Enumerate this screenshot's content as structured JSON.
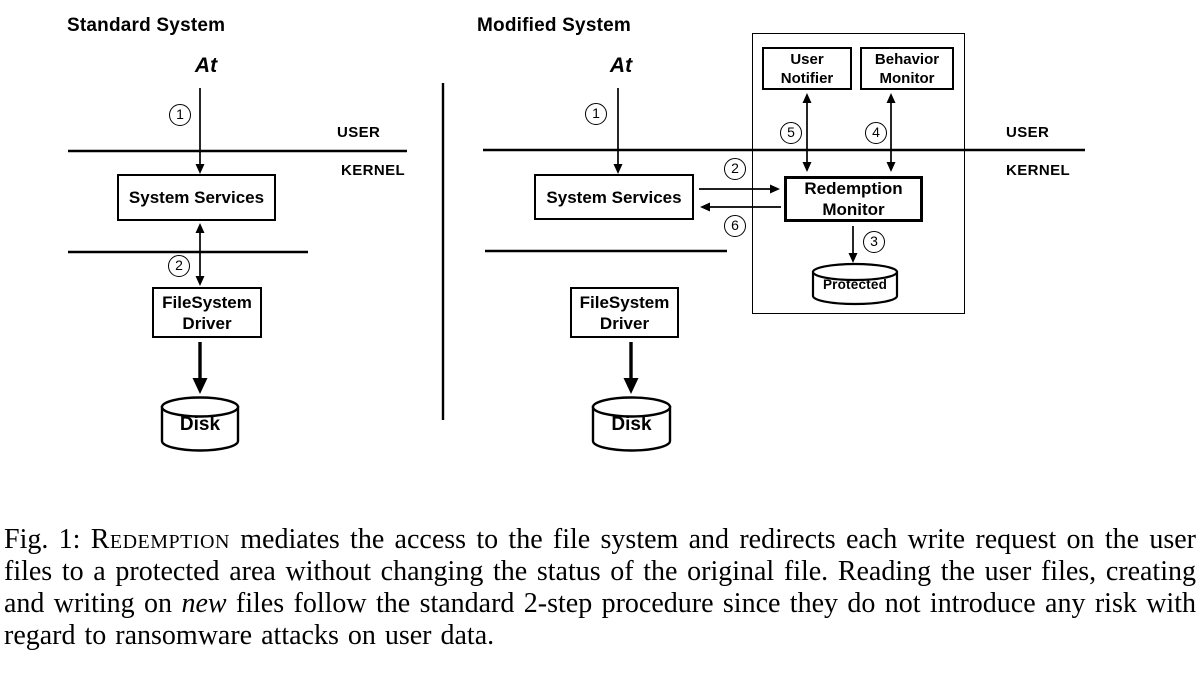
{
  "figure": {
    "left": {
      "title": "Standard System",
      "process": "At",
      "user": "USER",
      "kernel": "KERNEL",
      "system_services": "System Services",
      "filesystem_driver": "FileSystem\nDriver",
      "disk": "Disk",
      "step1": "1",
      "step2": "2"
    },
    "right": {
      "title": "Modified System",
      "process": "At",
      "user": "USER",
      "kernel": "KERNEL",
      "system_services": "System Services",
      "filesystem_driver": "FileSystem\nDriver",
      "disk": "Disk",
      "user_notifier": "User\nNotifier",
      "behavior_monitor": "Behavior\nMonitor",
      "redemption_monitor": "Redemption\nMonitor",
      "protected_store": "Protected",
      "step1": "1",
      "step2": "2",
      "step3": "3",
      "step4": "4",
      "step5": "5",
      "step6": "6"
    },
    "caption": {
      "prefix": "Fig. 1: ",
      "system_name": "Redemption",
      "body_1": " mediates the access to the file system and redirects each write request on the user files to a protected area without changing the status of the original file. Reading the user files, creating and writing on ",
      "emphasis": "new",
      "body_2": " files follow the standard 2-step procedure since they do not introduce any risk with regard to ransomware attacks on user data."
    },
    "colors": {
      "ink": "#000000",
      "background": "#ffffff"
    }
  }
}
